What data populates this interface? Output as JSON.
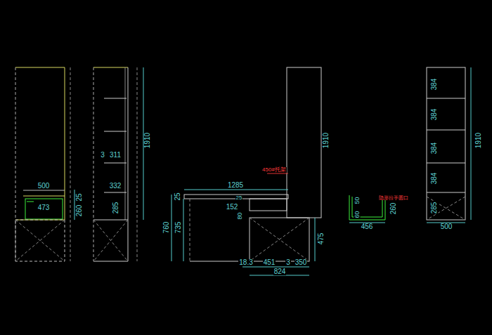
{
  "diagram": {
    "labels": [
      "500",
      "473",
      "260",
      "25",
      "3",
      "311",
      "332",
      "285",
      "1910",
      "1285",
      "450#托架",
      "25",
      "25",
      "152",
      "80",
      "760",
      "735",
      "1910",
      "475",
      "18.3",
      "451",
      "3",
      "350",
      "824",
      "隐形拉手圆口",
      "50",
      "60",
      "260",
      "456",
      "384",
      "384",
      "384",
      "384",
      "1910",
      "285",
      "500"
    ]
  }
}
